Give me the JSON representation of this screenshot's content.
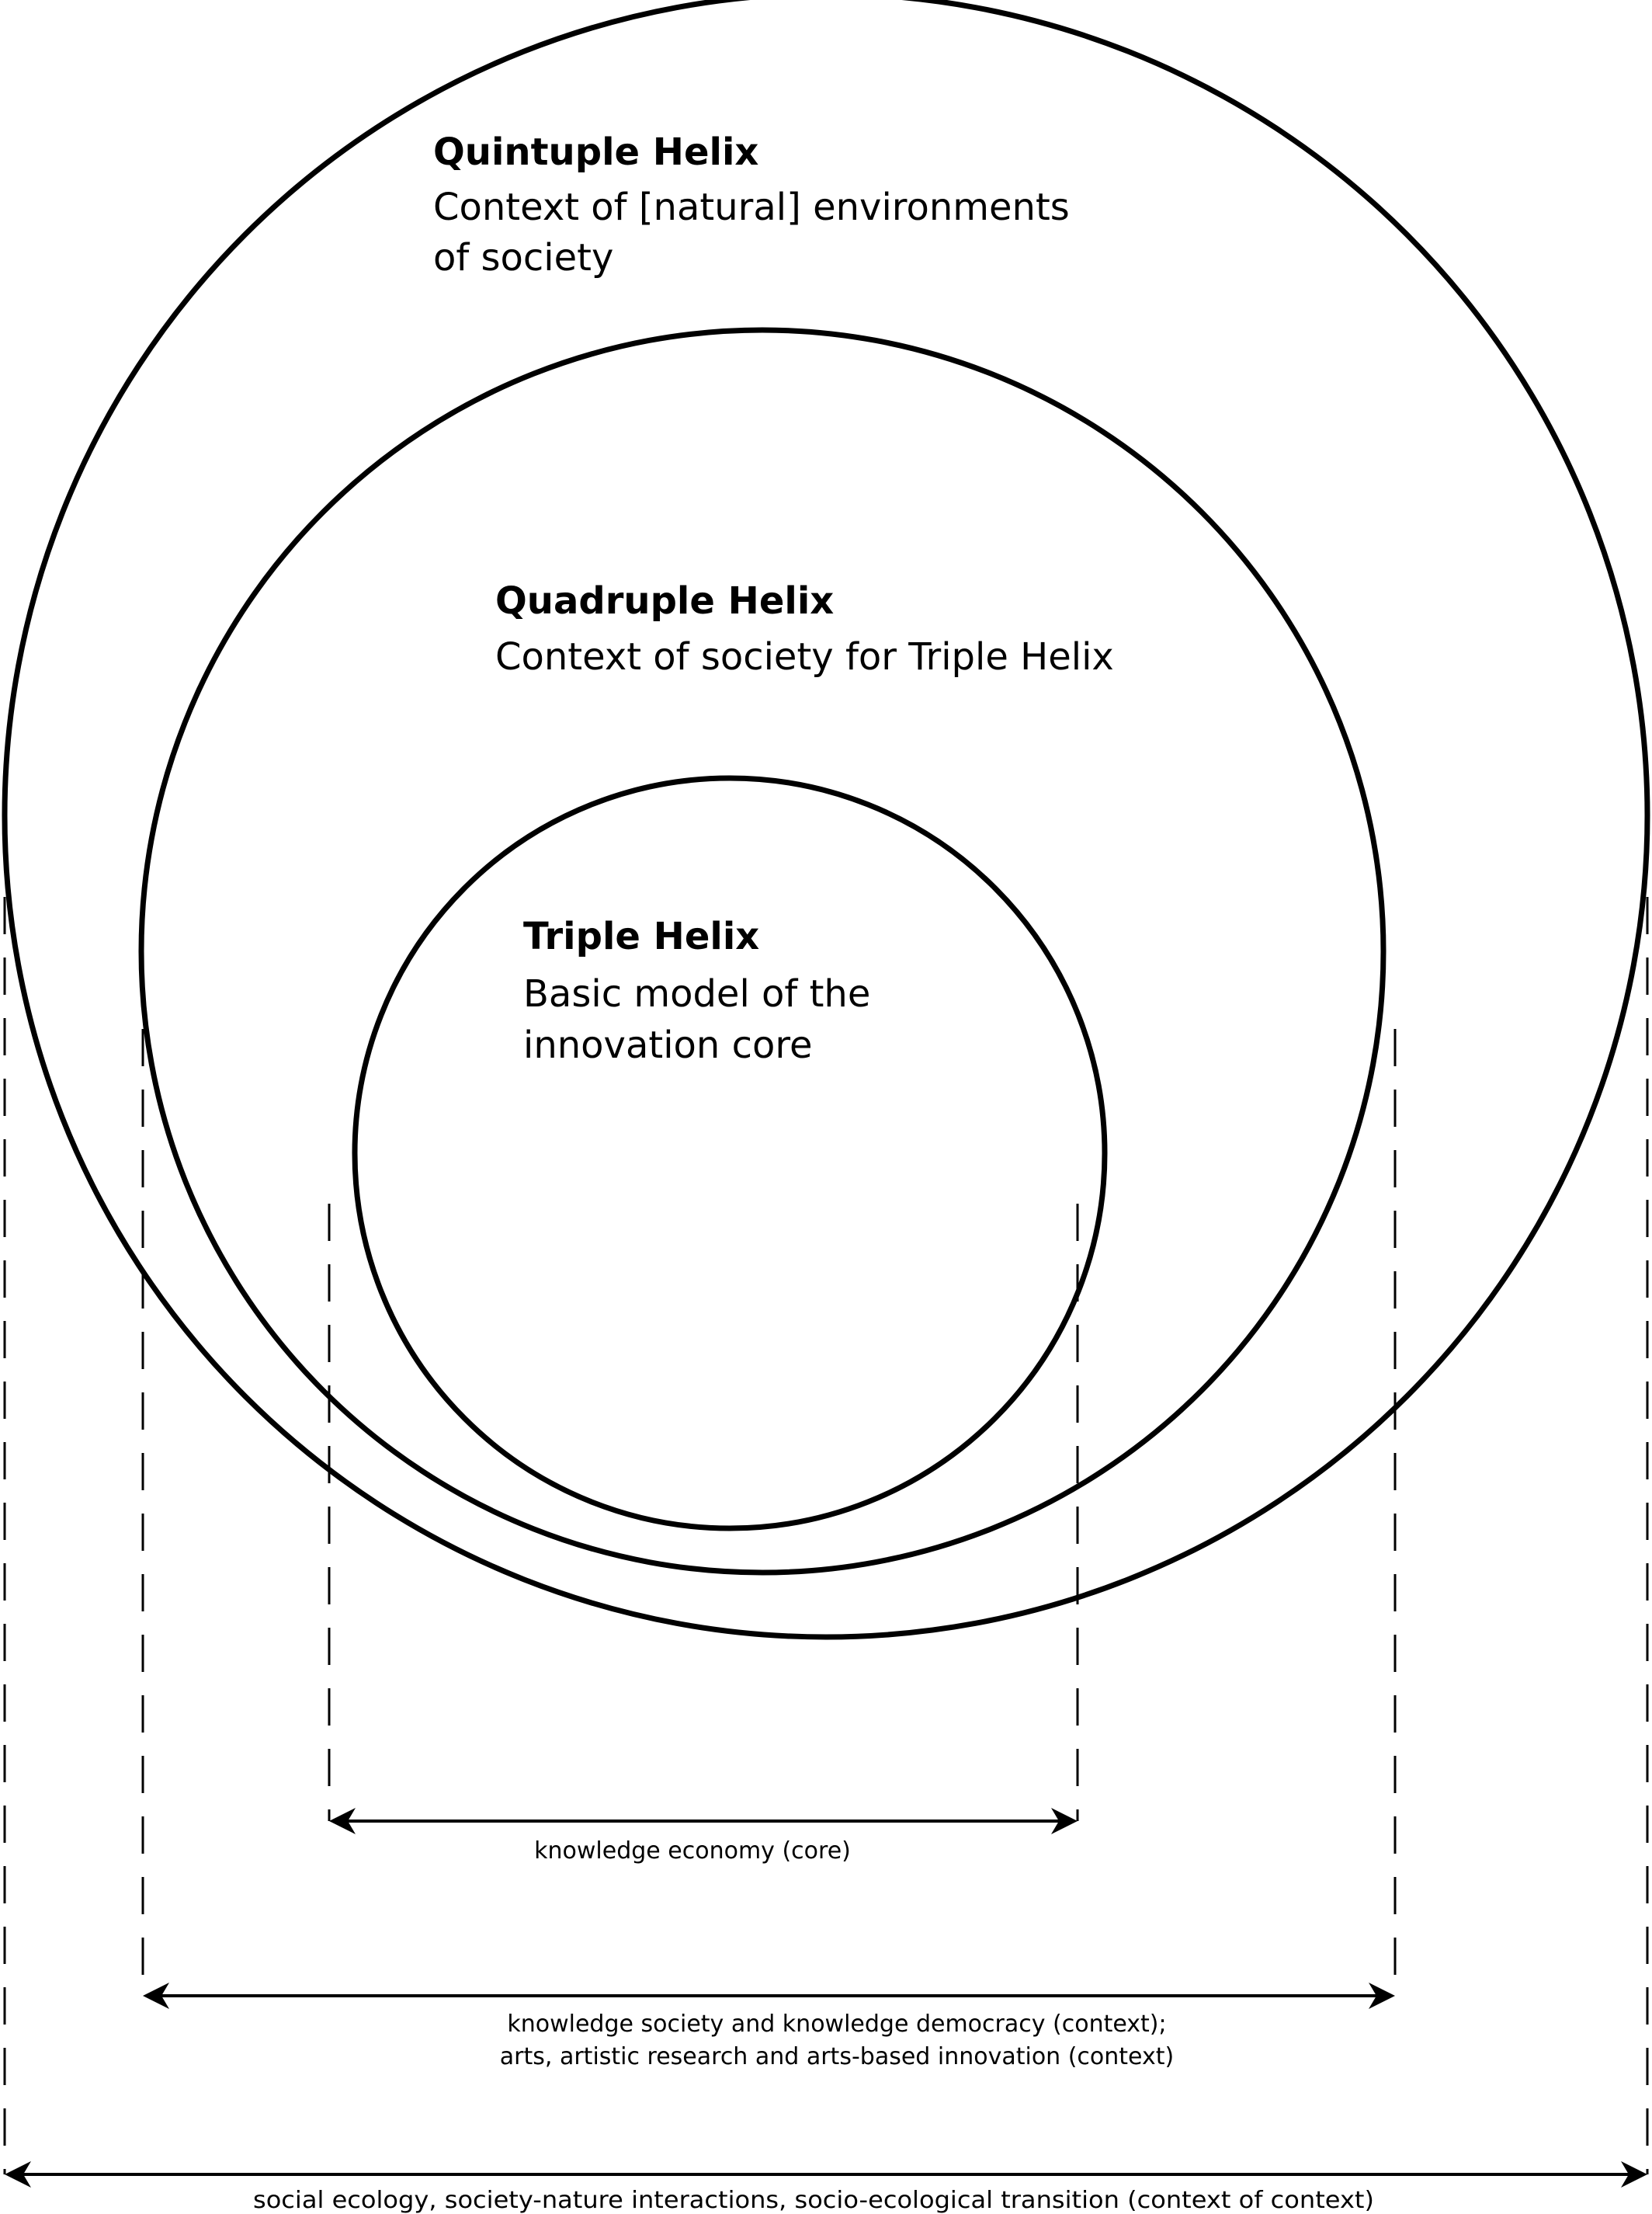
{
  "quintuple": {
    "title": "Quintuple Helix",
    "line1": "Context of [natural] environments",
    "line2": "of society"
  },
  "quadruple": {
    "title": "Quadruple Helix",
    "line1": "Context of society for Triple Helix"
  },
  "triple": {
    "title": "Triple Helix",
    "line1": "Basic model of the",
    "line2": "innovation core"
  },
  "arrows": {
    "core_label": "knowledge economy (core)",
    "context_line1": "knowledge society and knowledge democracy (context);",
    "context_line2": "arts, artistic research and arts-based innovation (context)",
    "outer_label": "social ecology, society-nature interactions, socio-ecological transition (context of context)"
  }
}
